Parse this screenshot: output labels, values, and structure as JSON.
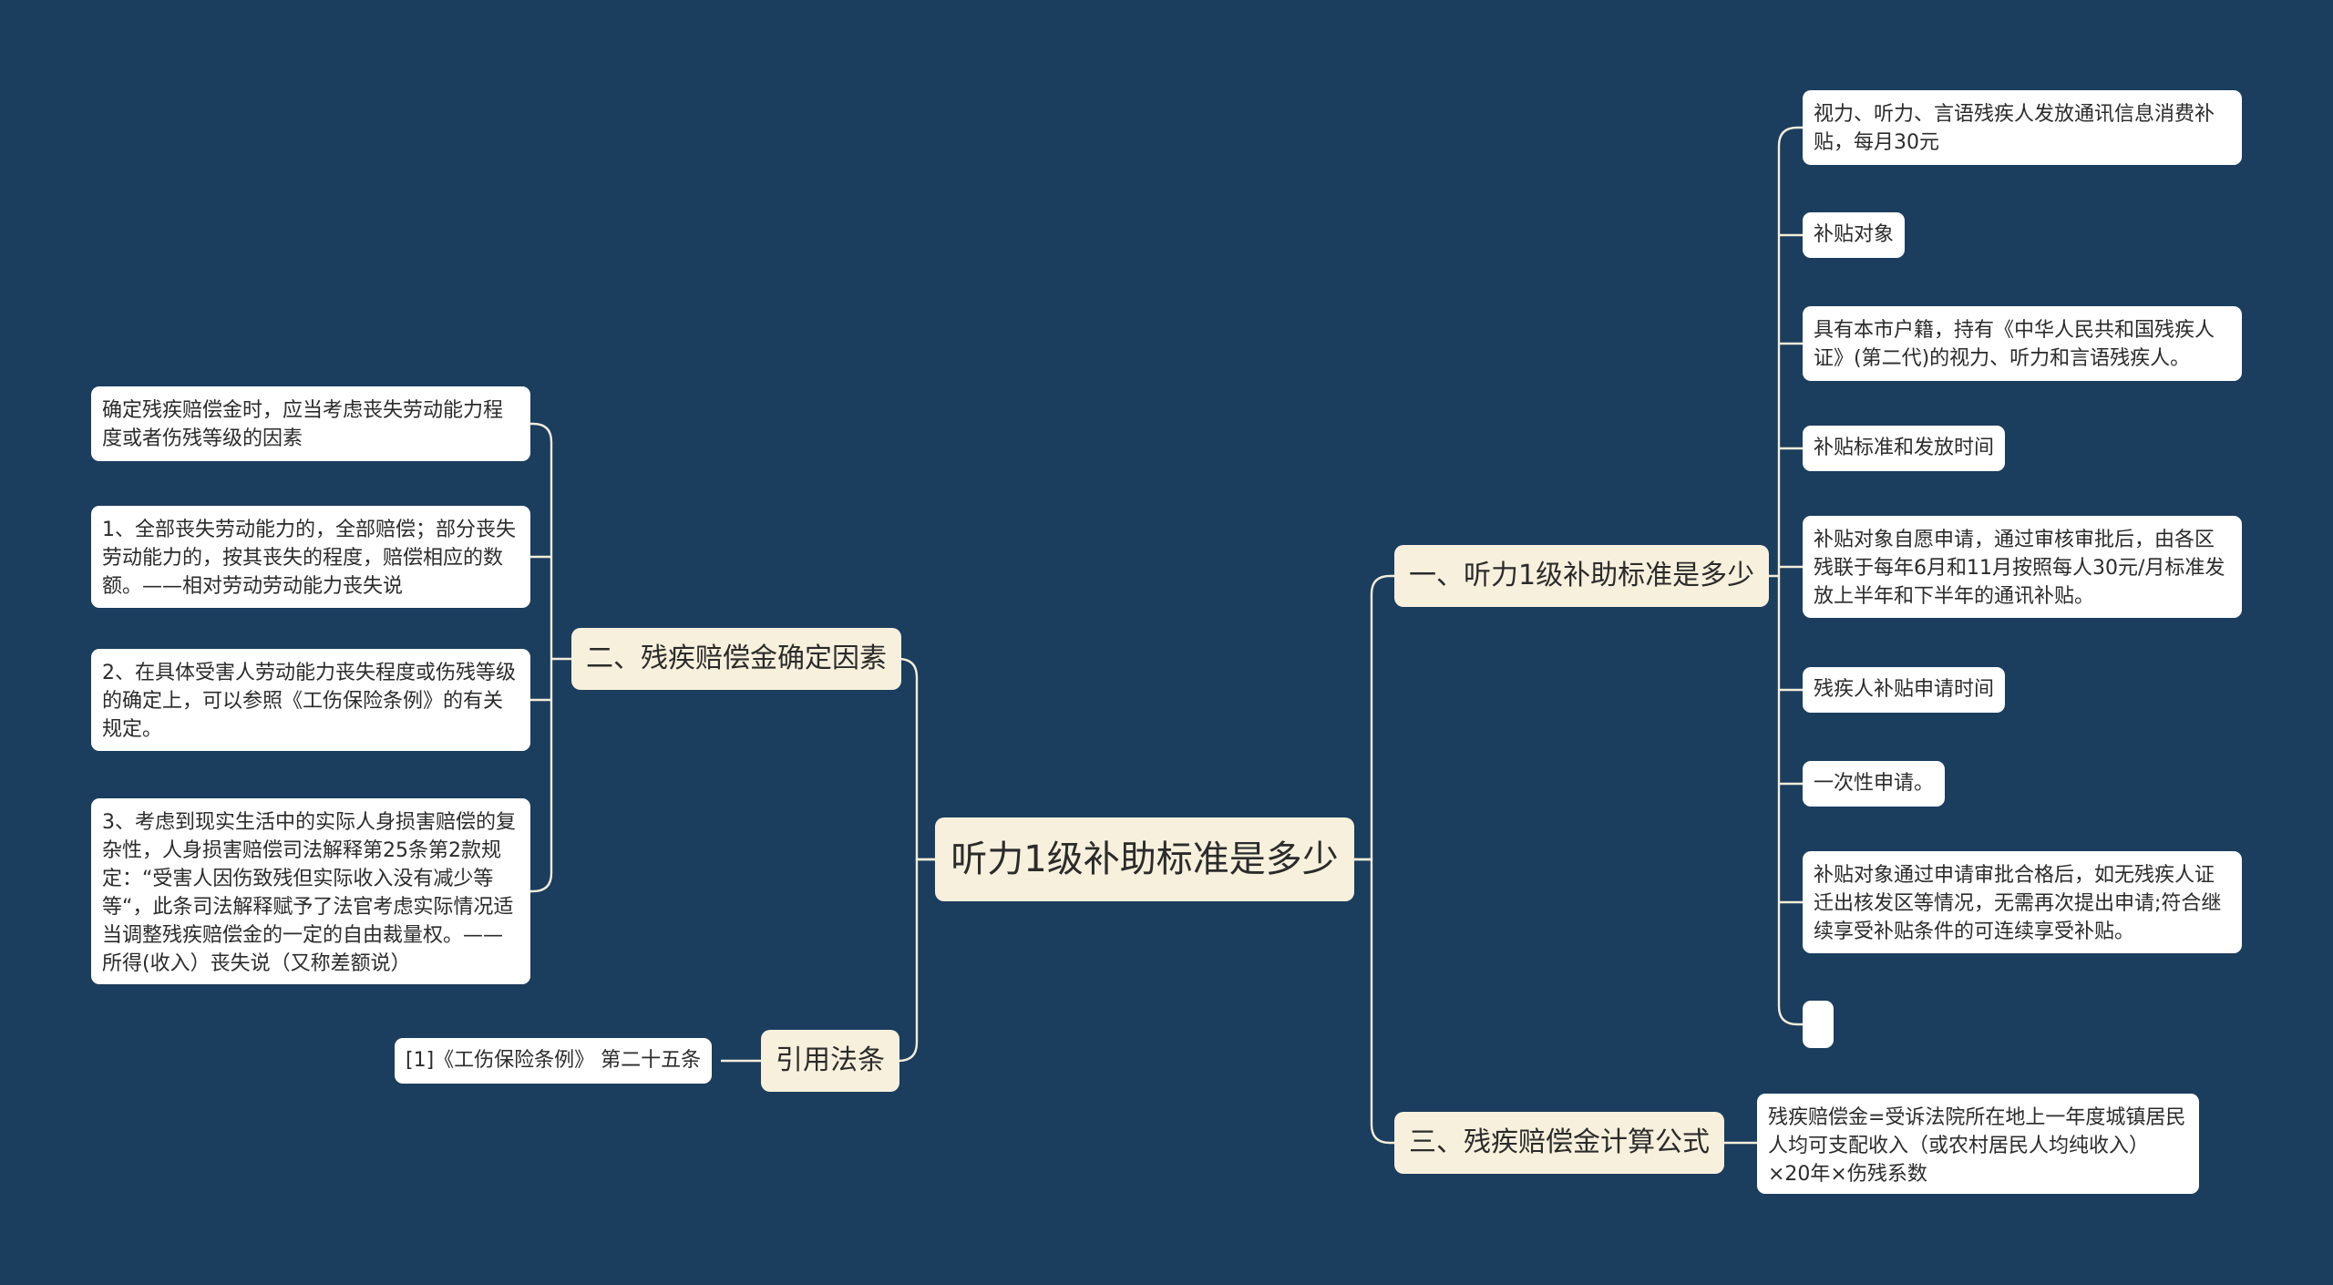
{
  "root": {
    "label": "听力1级补助标准是多少"
  },
  "branches": {
    "b1": {
      "label": "一、听力1级补助标准是多少"
    },
    "b2": {
      "label": "二、残疾赔偿金确定因素"
    },
    "b3": {
      "label": "三、残疾赔偿金计算公式"
    },
    "b4": {
      "label": "引用法条"
    }
  },
  "leaves_b1": [
    "视力、听力、言语残疾人发放通讯信息消费补贴，每月30元",
    "补贴对象",
    "具有本市户籍，持有《中华人民共和国残疾人证》(第二代)的视力、听力和言语残疾人。",
    "补贴标准和发放时间",
    "补贴对象自愿申请，通过审核审批后，由各区残联于每年6月和11月按照每人30元/月标准发放上半年和下半年的通讯补贴。",
    "残疾人补贴申请时间",
    "一次性申请。",
    "补贴对象通过申请审批合格后，如无残疾人证迁出核发区等情况，无需再次提出申请;符合继续享受补贴条件的可连续享受补贴。",
    ""
  ],
  "leaves_b2": [
    "确定残疾赔偿金时，应当考虑丧失劳动能力程度或者伤残等级的因素",
    "1、全部丧失劳动能力的，全部赔偿；部分丧失劳动能力的，按其丧失的程度，赔偿相应的数额。——相对劳动劳动能力丧失说",
    "2、在具体受害人劳动能力丧失程度或伤残等级的确定上，可以参照《工伤保险条例》的有关规定。",
    "3、考虑到现实生活中的实际人身损害赔偿的复杂性，人身损害赔偿司法解释第25条第2款规定：“受害人因伤致残但实际收入没有减少等等“，此条司法解释赋予了法官考虑实际情况适当调整残疾赔偿金的一定的自由裁量权。——所得(收入）丧失说（又称差额说）"
  ],
  "leaves_b3": [
    "残疾赔偿金=受诉法院所在地上一年度城镇居民人均可支配收入（或农村居民人均纯收入）×20年×伤残系数"
  ],
  "leaves_b4": [
    "[1]《工伤保险条例》 第二十五条"
  ],
  "colors": {
    "background": "#1b3d5e",
    "branch_fill": "#f7f0dc",
    "leaf_fill": "#ffffff",
    "connector": "#f3edd9"
  }
}
